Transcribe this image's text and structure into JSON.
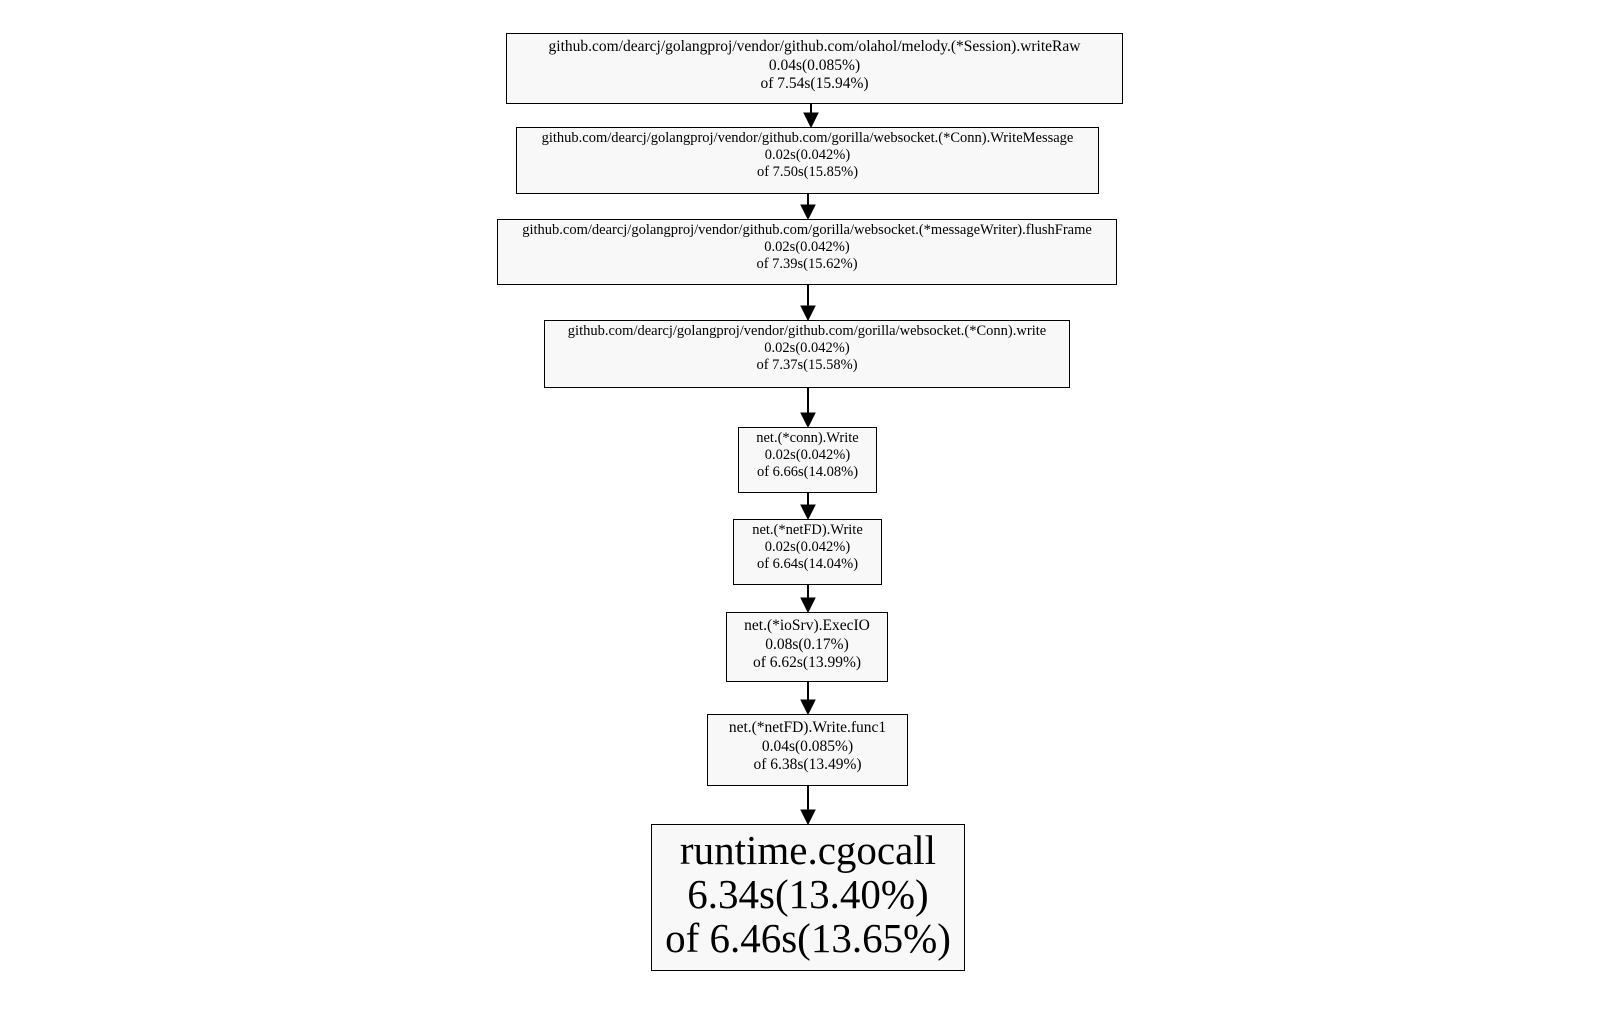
{
  "graph": {
    "nodes": [
      {
        "name": "github.com/dearcj/golangproj/vendor/github.com/olahol/melody.(*Session).writeRaw",
        "flat": "0.04s(0.085%)",
        "cum": "of 7.54s(15.94%)"
      },
      {
        "name": "github.com/dearcj/golangproj/vendor/github.com/gorilla/websocket.(*Conn).WriteMessage",
        "flat": "0.02s(0.042%)",
        "cum": "of 7.50s(15.85%)"
      },
      {
        "name": "github.com/dearcj/golangproj/vendor/github.com/gorilla/websocket.(*messageWriter).flushFrame",
        "flat": "0.02s(0.042%)",
        "cum": "of 7.39s(15.62%)"
      },
      {
        "name": "github.com/dearcj/golangproj/vendor/github.com/gorilla/websocket.(*Conn).write",
        "flat": "0.02s(0.042%)",
        "cum": "of 7.37s(15.58%)"
      },
      {
        "name": "net.(*conn).Write",
        "flat": "0.02s(0.042%)",
        "cum": "of 6.66s(14.08%)"
      },
      {
        "name": "net.(*netFD).Write",
        "flat": "0.02s(0.042%)",
        "cum": "of 6.64s(14.04%)"
      },
      {
        "name": "net.(*ioSrv).ExecIO",
        "flat": "0.08s(0.17%)",
        "cum": "of 6.62s(13.99%)"
      },
      {
        "name": "net.(*netFD).Write.func1",
        "flat": "0.04s(0.085%)",
        "cum": "of 6.38s(13.49%)"
      },
      {
        "name": "runtime.cgocall",
        "flat": "6.34s(13.40%)",
        "cum": "of 6.46s(13.65%)"
      }
    ]
  }
}
